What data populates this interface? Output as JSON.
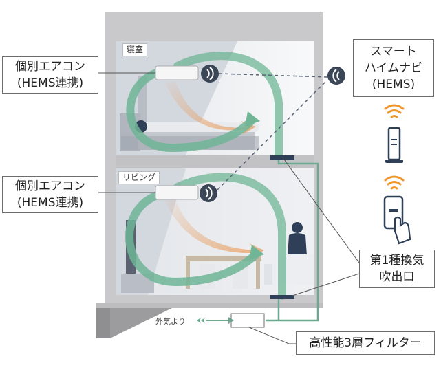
{
  "rooms": {
    "bedroom": "寝室",
    "living": "リビング"
  },
  "callouts": {
    "aircon_top": [
      "個別エアコン",
      "(HEMS連携)"
    ],
    "aircon_bottom": [
      "個別エアコン",
      "(HEMS連携)"
    ],
    "hems": [
      "スマート",
      "ハイムナビ",
      "(HEMS)"
    ],
    "vent_outlet": [
      "第1種換気",
      "吹出口"
    ],
    "filter": "高性能3層フィルター"
  },
  "outside_air": "外気より",
  "colors": {
    "wall": "#c9c9cb",
    "room": "#d2d6dd",
    "air_green": "#6fb596",
    "warm_orange": "#e8a267",
    "wifi_orange": "#f0962a",
    "icon_navy": "#2f3f58",
    "duct": "#6aa88f"
  },
  "icons": [
    "wifi-signal-icon",
    "router-icon",
    "smartphone-icon"
  ]
}
